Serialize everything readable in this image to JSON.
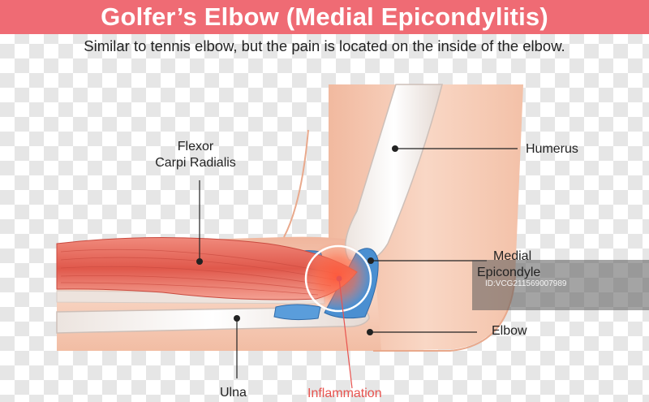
{
  "header": {
    "title": "Golfer’s Elbow (Medial Epicondylitis)",
    "subtitle": "Similar to tennis elbow, but the pain is located on the inside of the elbow."
  },
  "labels": {
    "flexor_line1": "Flexor",
    "flexor_line2": "Carpi Radialis",
    "humerus": "Humerus",
    "medial_line1": "Medial",
    "medial_line2": "Epicondyle",
    "elbow": "Elbow",
    "ulna": "Ulna",
    "inflammation": "Inflammation"
  },
  "watermark": {
    "text": "ID:VCG211569007989"
  },
  "colors": {
    "title_bar": "#ef6b74",
    "skin": "#f6cbb4",
    "muscle": "#e56a5d",
    "tendon": "#4a8fd1",
    "inflammation": "#e8534f"
  }
}
